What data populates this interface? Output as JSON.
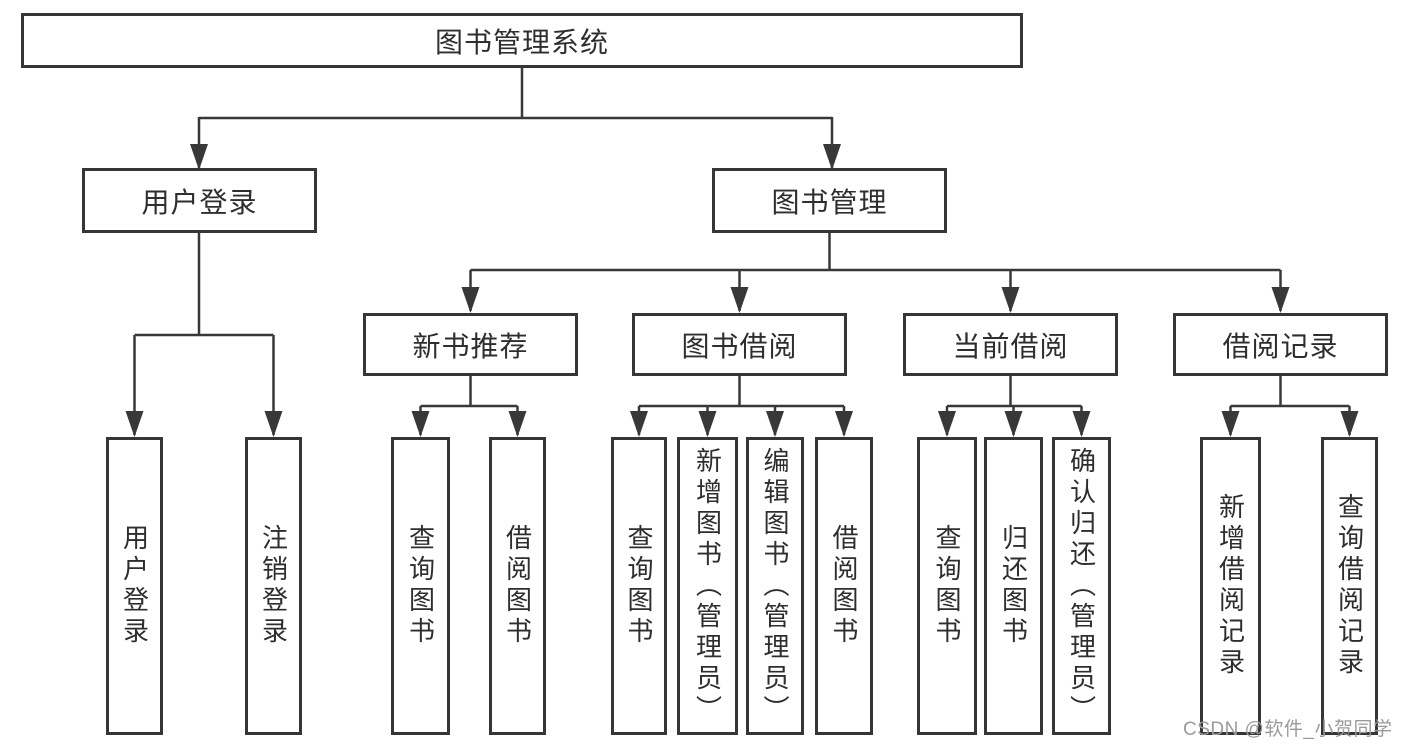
{
  "tree": {
    "root": "图书管理系统",
    "children": [
      {
        "label": "用户登录",
        "children": [
          "用户登录",
          "注销登录"
        ]
      },
      {
        "label": "图书管理",
        "children": [
          {
            "label": "新书推荐",
            "children": [
              "查询图书",
              "借阅图书"
            ]
          },
          {
            "label": "图书借阅",
            "children": [
              "查询图书",
              "新增图书（管理员）",
              "编辑图书（管理员）",
              "借阅图书"
            ]
          },
          {
            "label": "当前借阅",
            "children": [
              "查询图书",
              "归还图书",
              "确认归还（管理员）"
            ]
          },
          {
            "label": "借阅记录",
            "children": [
              "新增借阅记录",
              "查询借阅记录"
            ]
          }
        ]
      }
    ]
  },
  "watermark": {
    "text": "CSDN @软件_小贺同学",
    "color": "#9b9b9b"
  },
  "colors": {
    "line": "#383838",
    "box_border": "#363636",
    "text": "#2e2e2e",
    "background": "#ffffff",
    "watermark": "#9b9b9b"
  }
}
